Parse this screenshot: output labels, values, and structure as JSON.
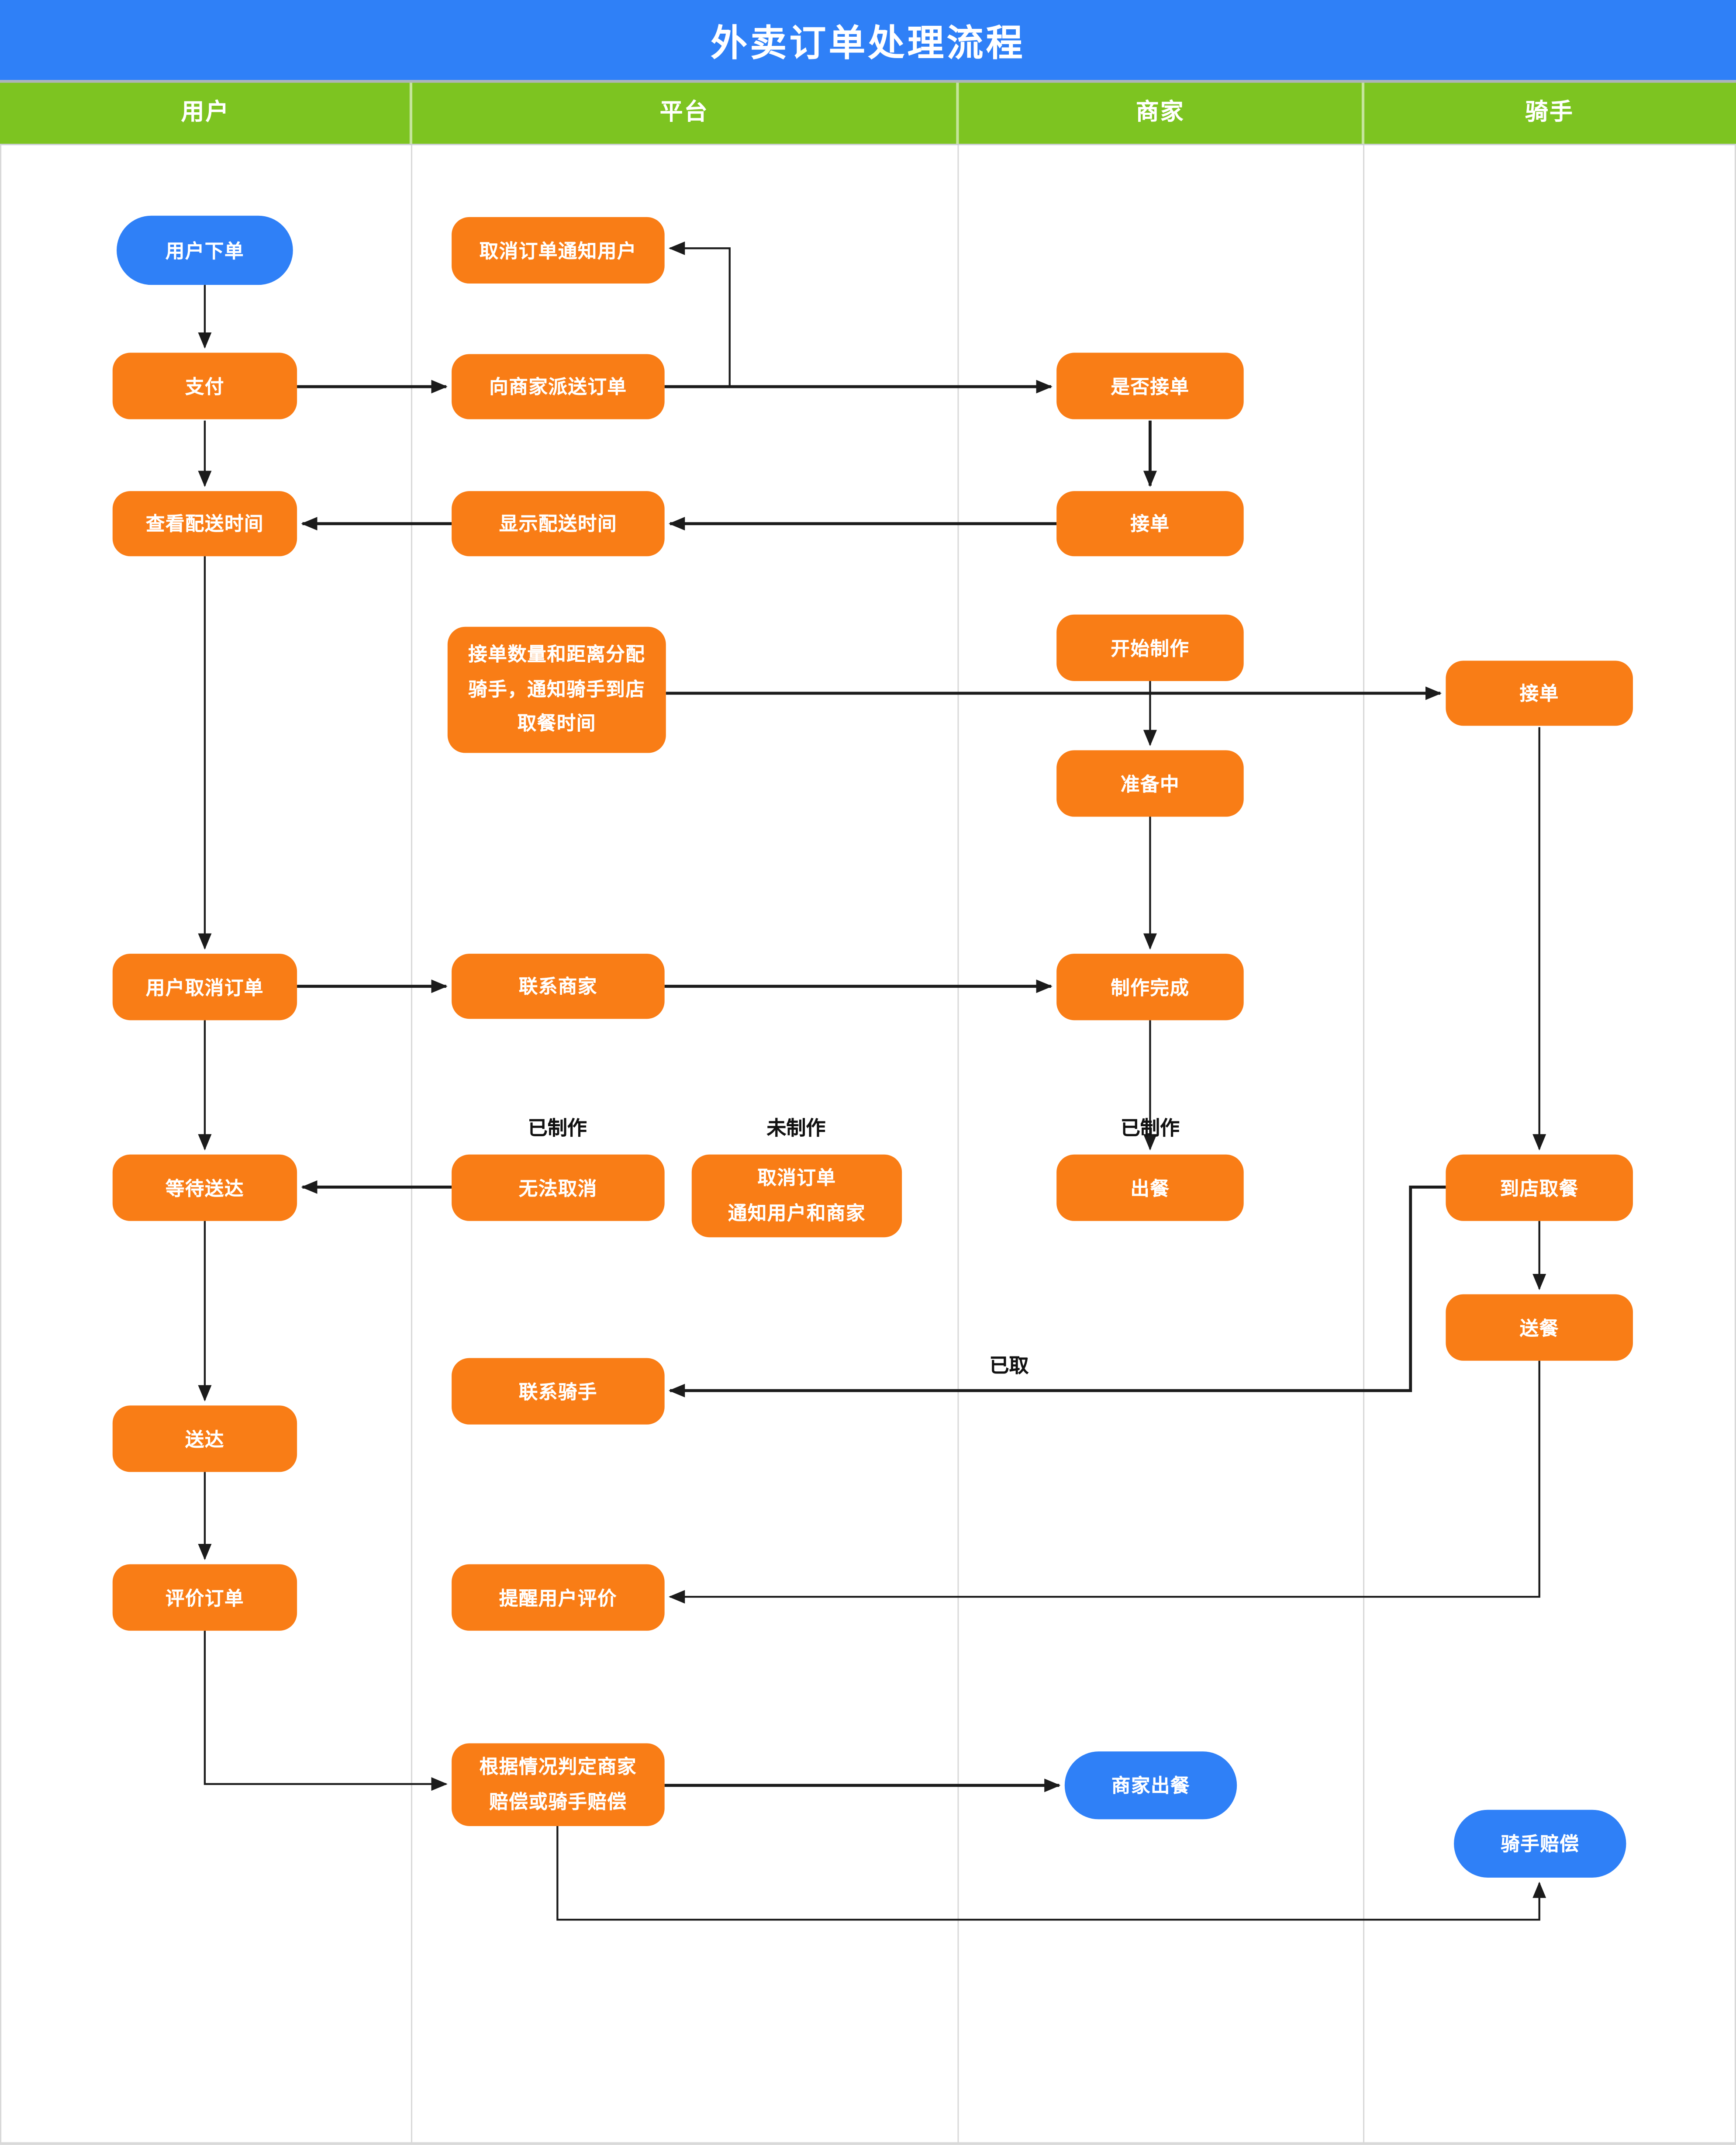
{
  "title": "外卖订单处理流程",
  "lanes": [
    "用户",
    "平台",
    "商家",
    "骑手"
  ],
  "colors": {
    "title_bar": "#2F80F7",
    "lane_header": "#7DC421",
    "process_node": "#F97D16",
    "terminal_node": "#2F80F7",
    "connector": "#1B1B1B",
    "lane_divider": "#D9D9D9"
  },
  "nodes": {
    "user_order": "用户下单",
    "pay": "支付",
    "cancel_notify_user": "取消订单通知用户",
    "dispatch_order": "向商家派送订单",
    "accept_decision": "是否接单",
    "view_delivery_time": "查看配送时间",
    "show_delivery_time": "显示配送时间",
    "merchant_accept": "接单",
    "assign_rider": "接单数量和距离分配\n骑手，通知骑手到店\n取餐时间",
    "start_cooking": "开始制作",
    "rider_accept": "接单",
    "preparing": "准备中",
    "user_cancel": "用户取消订单",
    "contact_merchant": "联系商家",
    "cooking_done": "制作完成",
    "cannot_cancel": "无法取消",
    "cancel_notify_both": "取消订单\n通知用户和商家",
    "serve_meal": "出餐",
    "wait_delivery": "等待送达",
    "store_pickup": "到店取餐",
    "deliver_meal": "送餐",
    "contact_rider": "联系骑手",
    "delivered": "送达",
    "review_order": "评价订单",
    "remind_review": "提醒用户评价",
    "judge_compensation": "根据情况判定商家\n赔偿或骑手赔偿",
    "merchant_serve_end": "商家出餐",
    "rider_compensate": "骑手赔偿"
  },
  "edge_labels": {
    "made_platform": "已制作",
    "not_made": "未制作",
    "made_merchant": "已制作",
    "picked_up": "已取"
  }
}
